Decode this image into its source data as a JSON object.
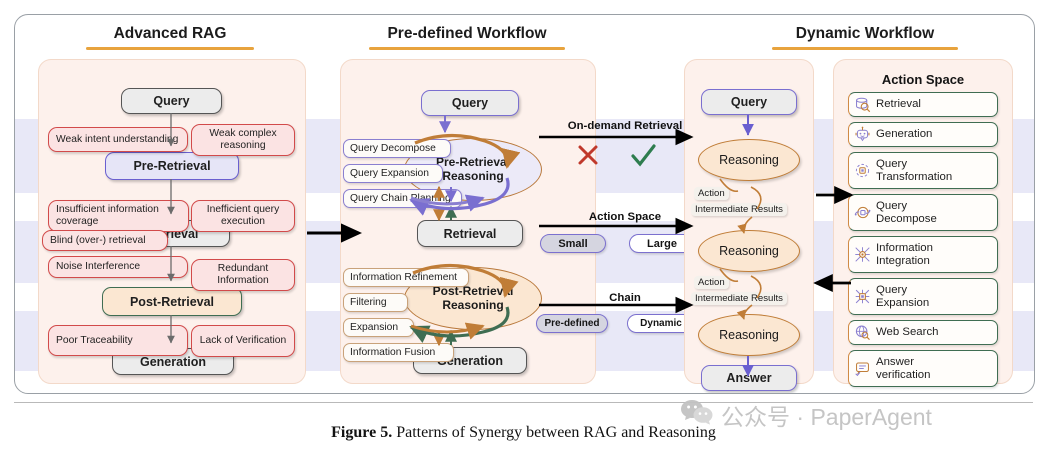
{
  "figure": {
    "caption_prefix": "Figure 5.",
    "caption_text": " Patterns of Synergy between RAG and Reasoning"
  },
  "watermark": {
    "text": "公众号 · PaperAgent",
    "icon": "wechat-icon"
  },
  "colors": {
    "accent_rule": "#e8a33d",
    "panel_bg": "#fdf1ec",
    "band": "#e8e8f7",
    "issue_border": "#d24a4a",
    "purple": "#6a5fd0",
    "green": "#3f6d52",
    "orange": "#c07d37"
  },
  "columns": [
    {
      "title": "Advanced RAG"
    },
    {
      "title": "Pre-defined Workflow"
    },
    {
      "title": "Dynamic Workflow"
    }
  ],
  "advanced_rag": {
    "stages": [
      {
        "label": "Query",
        "style": "gray"
      },
      {
        "label": "Pre-Retrieval",
        "style": "purple"
      },
      {
        "label": "Retrieval",
        "style": "gray"
      },
      {
        "label": "Post-Retrieval",
        "style": "peach"
      },
      {
        "label": "Generation",
        "style": "gray"
      }
    ],
    "issues": [
      "Weak intent understanding",
      "Weak complex reasoning",
      "Insufficient information coverage",
      "Inefficient query execution",
      "Blind (over-) retrieval",
      "Noise Interference",
      "Redundant Information",
      "Poor Traceability",
      "Lack of Verification"
    ]
  },
  "predefined_workflow": {
    "stages": [
      {
        "label": "Query"
      },
      {
        "label": "Retrieval"
      },
      {
        "label": "Generation"
      }
    ],
    "pre_reasoning_label": "Pre-Retrieval\nReasoning",
    "pre_reasoning_line1": "Pre-Retrieval",
    "pre_reasoning_line2": "Reasoning",
    "post_reasoning_line1": "Post-Retrieval",
    "post_reasoning_line2": "Reasoning",
    "pre_actions": [
      "Query Decompose",
      "Query Expansion",
      "Query Chain Planning"
    ],
    "post_actions": [
      "Information Refinement",
      "Filtering",
      "Expansion",
      "Information Fusion"
    ]
  },
  "relations": [
    {
      "title": "On-demand Retrieval",
      "kind": "marks",
      "left_mark": "cross-icon",
      "right_mark": "check-icon"
    },
    {
      "title": "Action Space",
      "kind": "chips",
      "left_chip": "Small",
      "right_chip": "Large"
    },
    {
      "title": "Chain",
      "kind": "chips",
      "left_chip": "Pre-defined",
      "right_chip": "Dynamic"
    }
  ],
  "dynamic_workflow": {
    "query": "Query",
    "answer": "Answer",
    "reasoning_label": "Reasoning",
    "reasoning_count": 3,
    "link_labels": {
      "action": "Action",
      "intermediate": "Intermediate Results"
    }
  },
  "action_space": {
    "title": "Action Space",
    "items": [
      {
        "label": "Retrieval",
        "icon": "database-search-icon"
      },
      {
        "label": "Generation",
        "icon": "robot-icon"
      },
      {
        "label": "Query Transformation",
        "icon": "transform-icon"
      },
      {
        "label": "Query Decompose",
        "icon": "decompose-icon"
      },
      {
        "label": "Information Integration",
        "icon": "integration-icon"
      },
      {
        "label": "Query Expansion",
        "icon": "expansion-icon"
      },
      {
        "label": "Web Search",
        "icon": "globe-search-icon"
      },
      {
        "label": "Answer verification",
        "icon": "verify-chat-icon"
      }
    ]
  }
}
